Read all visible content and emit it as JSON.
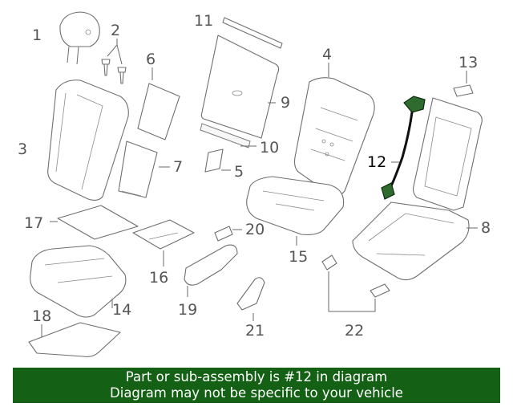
{
  "callouts": {
    "c1": "1",
    "c2": "2",
    "c3": "3",
    "c4": "4",
    "c5": "5",
    "c6": "6",
    "c7": "7",
    "c8": "8",
    "c9": "9",
    "c10": "10",
    "c11": "11",
    "c12": "12",
    "c13": "13",
    "c14": "14",
    "c15": "15",
    "c16": "16",
    "c17": "17",
    "c18": "18",
    "c19": "19",
    "c20": "20",
    "c21": "21",
    "c22": "22"
  },
  "highlighted_part": "12",
  "colors": {
    "banner_background": "#146014",
    "banner_text": "#ffffff",
    "highlight_part": "#2f6b2f"
  },
  "banner": {
    "line1": "Part or sub-assembly is #12 in diagram",
    "line2": "Diagram may not be specific to your vehicle"
  }
}
